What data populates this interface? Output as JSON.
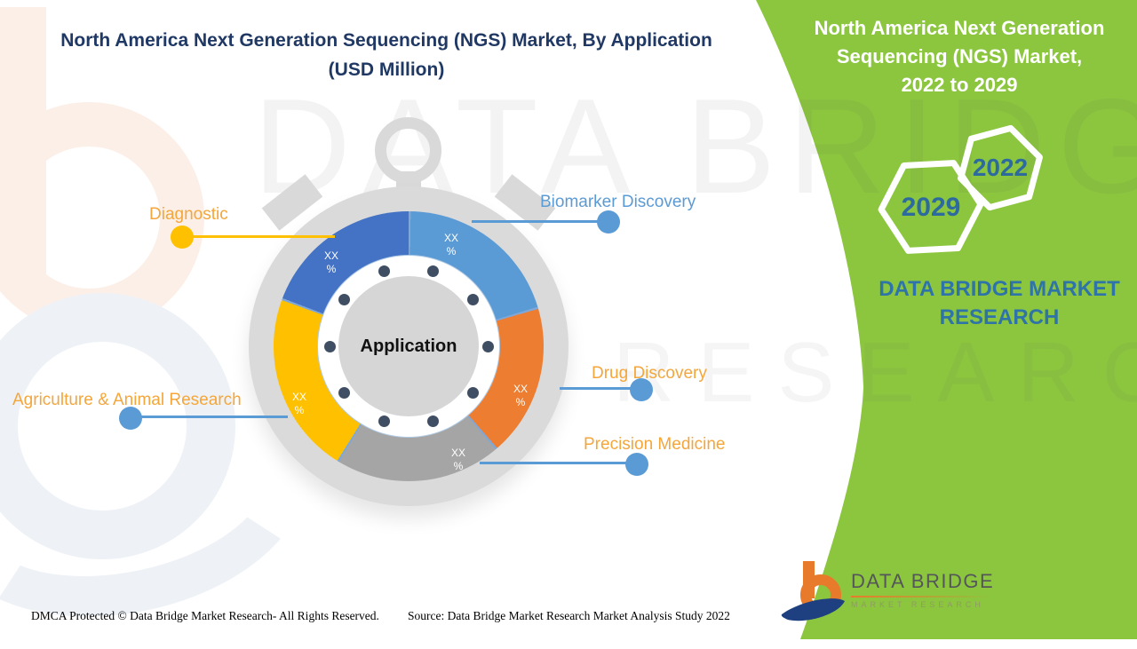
{
  "left_panel": {
    "title": "North America Next Generation Sequencing (NGS) Market, By Application\n(USD Million)"
  },
  "chart_data": {
    "type": "pie",
    "variant": "donut",
    "title": "North America Next Generation Sequencing (NGS) Market, By Application (USD Million)",
    "center_label": "Application",
    "data_note": "segment share values are masked as XX % in the source image",
    "legend_position": "callouts-around-donut",
    "segments": [
      {
        "label": "Biomarker Discovery",
        "share_label": "XX",
        "share_unit": "%",
        "value": null,
        "color": "#5B9BD5",
        "angle_deg": 73
      },
      {
        "label": "Drug Discovery",
        "share_label": "XX",
        "share_unit": "%",
        "value": null,
        "color": "#ED7D31",
        "angle_deg": 66
      },
      {
        "label": "Precision Medicine",
        "share_label": "XX",
        "share_unit": "%",
        "value": null,
        "color": "#A5A5A5",
        "angle_deg": 72
      },
      {
        "label": "Agriculture & Animal Research",
        "share_label": "XX",
        "share_unit": "%",
        "value": null,
        "color": "#FFC000",
        "angle_deg": 79
      },
      {
        "label": "Diagnostic",
        "share_label": "XX",
        "share_unit": "%",
        "value": null,
        "color": "#4472C4",
        "angle_deg": 70
      }
    ],
    "divider_color": "#7FA8D9"
  },
  "callout_colors": {
    "orange_text": "#F4A63B",
    "blue_text": "#5B9BD5",
    "blue_connector": "#5B9BD5",
    "gold_connector": "#FFC000"
  },
  "right_panel": {
    "panel_color": "#8CC63F",
    "title": "North America Next Generation\nSequencing (NGS) Market,\n2022 to 2029",
    "hex_year_small": "2022",
    "hex_year_large": "2029",
    "year_text_color": "#2D6B9F",
    "brand_text": "DATA BRIDGE MARKET\nRESEARCH"
  },
  "logo": {
    "name": "DATA BRIDGE",
    "tagline": "MARKET RESEARCH"
  },
  "footer": {
    "dmca": "DMCA Protected © Data Bridge Market Research- All Rights Reserved.",
    "source": "Source: Data Bridge Market Research Market Analysis Study 2022"
  },
  "watermarks": {
    "big_text": "DATA BRIDGE",
    "secondary_text": "RESEARCH"
  }
}
